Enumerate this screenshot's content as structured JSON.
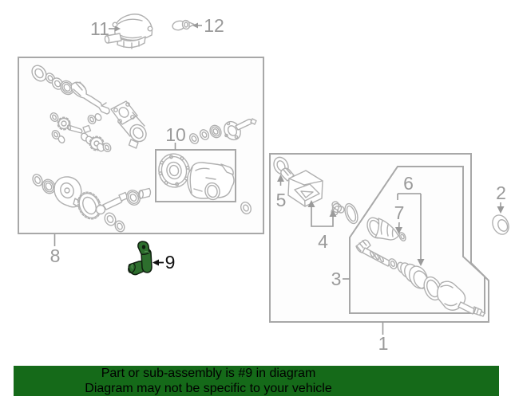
{
  "banner": {
    "line1": "Part or sub-assembly is #9 in diagram",
    "line2": "Diagram may not be specific to your vehicle",
    "background_color": "#156a19",
    "text_color": "#000000"
  },
  "highlighted_part": {
    "number": "9",
    "fill_color": "#2d6e2d",
    "outline_color": "#0f1f0f",
    "label_color": "#111111"
  },
  "diagram": {
    "line_color": "#b0b0b0",
    "box_color": "#a8a8a8",
    "callout_color": "#9a9a9a",
    "parts": [
      "rear-differential-carrier-assembly",
      "differential-carrier-housing",
      "breather-plug",
      "fitting",
      "speed-sensor",
      "cv-axle-assembly",
      "inner-joint",
      "axle-shaft",
      "seals-and-rings"
    ]
  },
  "callouts": {
    "c1": "1",
    "c2": "2",
    "c3": "3",
    "c4": "4",
    "c5": "5",
    "c6": "6",
    "c7": "7",
    "c8": "8",
    "c9": "9",
    "c10": "10",
    "c11": "11",
    "c12": "12"
  }
}
